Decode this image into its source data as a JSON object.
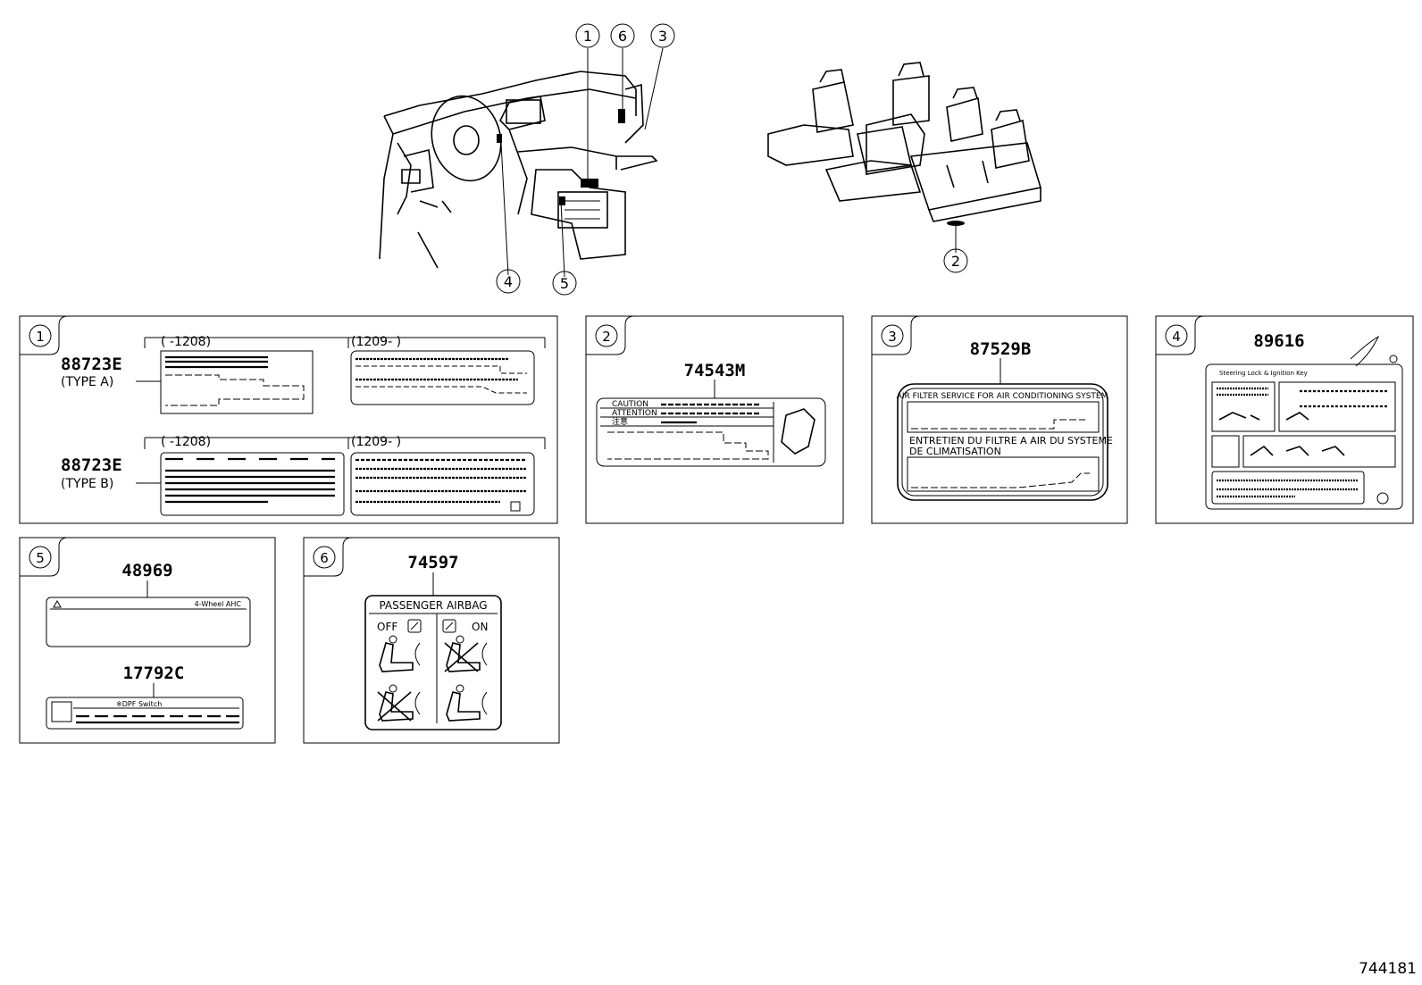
{
  "diagram_id": "744181",
  "callouts": {
    "c1": "1",
    "c2": "2",
    "c3": "3",
    "c4": "4",
    "c5": "5",
    "c6": "6"
  },
  "panels": {
    "p1": {
      "number": "1",
      "type_a": {
        "part": "88723E",
        "type_label": "(TYPE  A)",
        "range_old": "(        -1208)",
        "range_new": "(1209-        )"
      },
      "type_b": {
        "part": "88723E",
        "type_label": "(TYPE  B)",
        "range_old": "(        -1208)",
        "range_new": "(1209-        )"
      }
    },
    "p2": {
      "number": "2",
      "part": "74543M",
      "rows": [
        "CAUTION",
        "ATTENTION",
        "注意"
      ]
    },
    "p3": {
      "number": "3",
      "part": "87529B",
      "line1": "AIR FILTER SERVICE FOR AIR CONDITIONING SYSTEM",
      "line2": "ENTRETIEN DU FILTRE A AIR DU SYSTEME",
      "line3": "DE CLIMATISATION"
    },
    "p4": {
      "number": "4",
      "part": "89616",
      "header": "Steering Lock & Ignition Key"
    },
    "p5": {
      "number": "5",
      "part1": "48969",
      "label1": "4-Wheel  AHC",
      "part2": "17792C",
      "label2": "※DPF  Switch"
    },
    "p6": {
      "number": "6",
      "part": "74597",
      "title": "PASSENGER AIRBAG",
      "off": "OFF",
      "on": "ON"
    }
  }
}
